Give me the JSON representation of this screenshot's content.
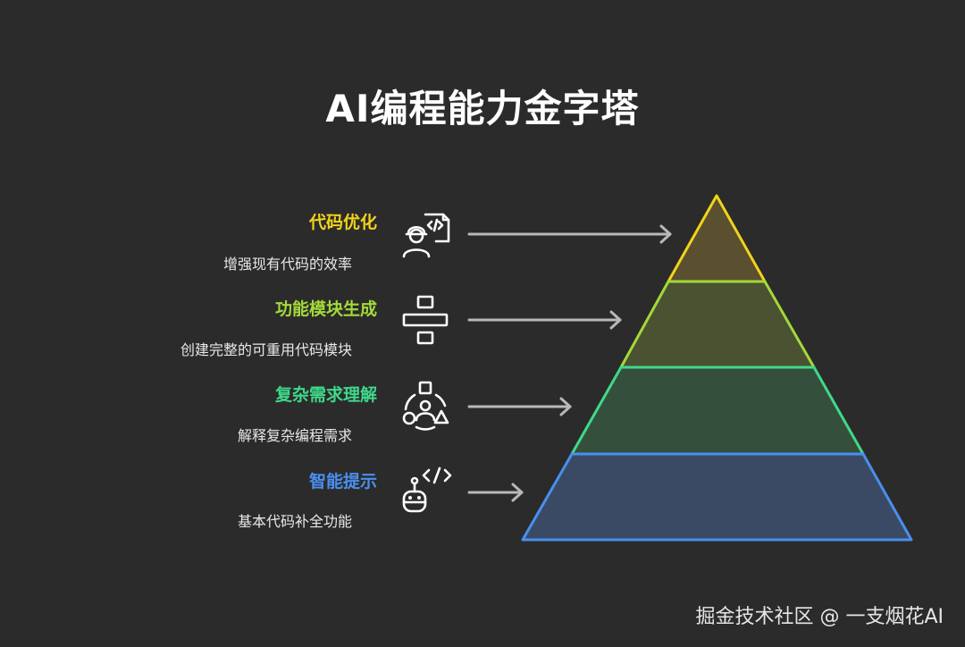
{
  "title": "AI编程能力金字塔",
  "levels": [
    {
      "title": "代码优化",
      "desc": "增强现有代码的效率",
      "color": "#f2d31b"
    },
    {
      "title": "功能模块生成",
      "desc": "创建完整的可重用代码模块",
      "color": "#a3d93a"
    },
    {
      "title": "复杂需求理解",
      "desc": "解释复杂编程需求",
      "color": "#3fd98a"
    },
    {
      "title": "智能提示",
      "desc": "基本代码补全功能",
      "color": "#4a8ff0"
    }
  ],
  "icons": [
    "coder-icon",
    "module-stack-icon",
    "shapes-person-icon",
    "robot-code-icon"
  ],
  "watermark": "掘金技术社区 @ 一支烟花AI"
}
